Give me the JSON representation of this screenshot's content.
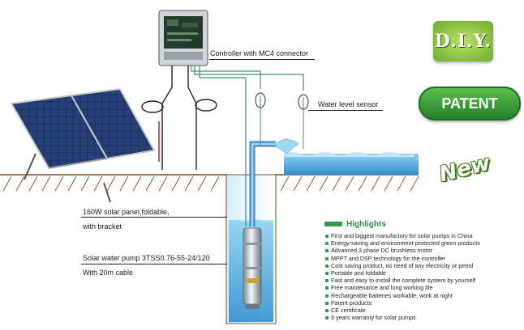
{
  "labels": {
    "controller": "Controller with MC4 connector",
    "sensor": "Water level sensor",
    "panel_line1": "160W solar panel,foldable,",
    "panel_line2": "with bracket",
    "pump_line1": "Solar water pump  3TSS0.76-55-24/120",
    "pump_line2": "With 20m cable"
  },
  "badges": {
    "diy": "D.I.Y.",
    "patent": "PATENT",
    "new": "New"
  },
  "highlights": {
    "title": "Highlights",
    "items": [
      "First and biggest manufactory for solar pumps in China",
      "Energy-saving and environment-protected green products",
      "Advanced 3 phase DC brushless motor",
      "MPPT and DSP technology for the controller",
      "Cost saving product, no need of any electricity or petrol",
      "Portable and foldable",
      "Fast and easy to install the complete system by yourself",
      "Free maintenance and long working life",
      "Rechargeable batteries workable, work at night",
      "Patent products",
      "CE certificate",
      "3 years warranty for solar pumps"
    ]
  },
  "colors": {
    "accent_green": "#2f9c4c",
    "water_blue": "#4fb3e0",
    "soil": "#a0522d"
  }
}
